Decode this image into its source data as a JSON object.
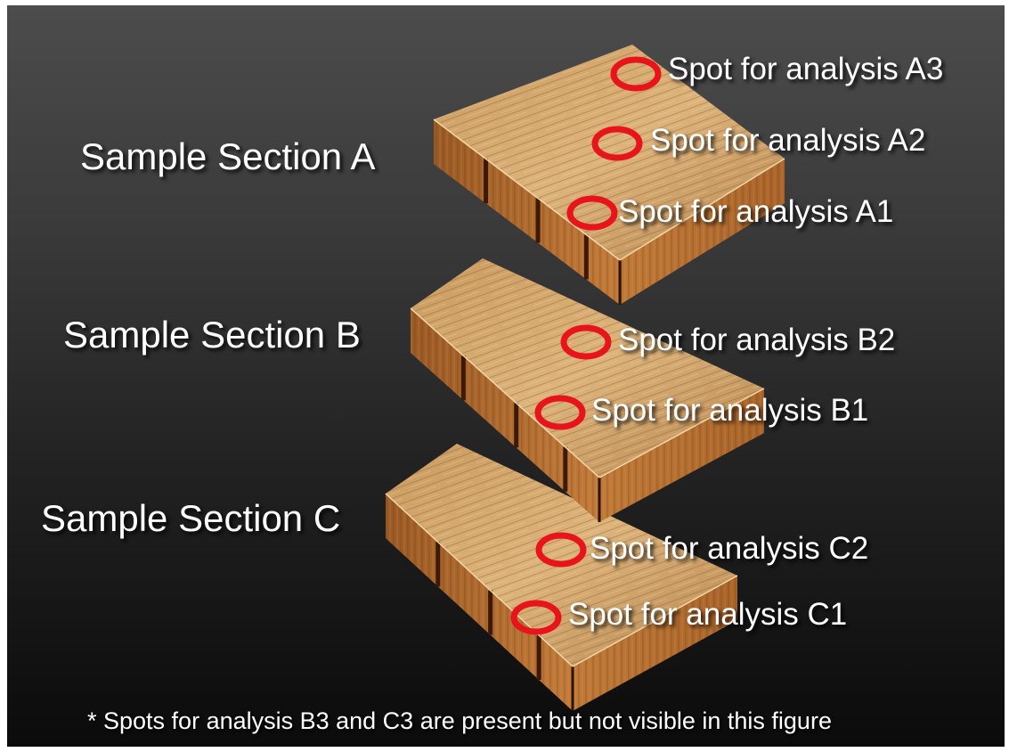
{
  "sections": [
    {
      "id": "A",
      "label": "Sample Section A",
      "spots": [
        {
          "id": "A3",
          "label": "Spot for analysis A3"
        },
        {
          "id": "A2",
          "label": "Spot for analysis A2"
        },
        {
          "id": "A1",
          "label": "Spot for analysis A1"
        }
      ]
    },
    {
      "id": "B",
      "label": "Sample Section B",
      "spots": [
        {
          "id": "B2",
          "label": "Spot for analysis B2"
        },
        {
          "id": "B1",
          "label": "Spot for analysis B1"
        }
      ]
    },
    {
      "id": "C",
      "label": "Sample Section C",
      "spots": [
        {
          "id": "C2",
          "label": "Spot for analysis C2"
        },
        {
          "id": "C1",
          "label": "Spot for analysis C1"
        }
      ]
    }
  ],
  "footnote": "* Spots for analysis B3 and C3 are present but not visible in this figure",
  "colors": {
    "spot_ring": "#e8141c",
    "wood_top_light": "#d9b07a",
    "wood_top_dark": "#b9874e",
    "wood_side": "#b06a2c",
    "wood_side_dark": "#7a3f16",
    "text": "#ffffff"
  }
}
